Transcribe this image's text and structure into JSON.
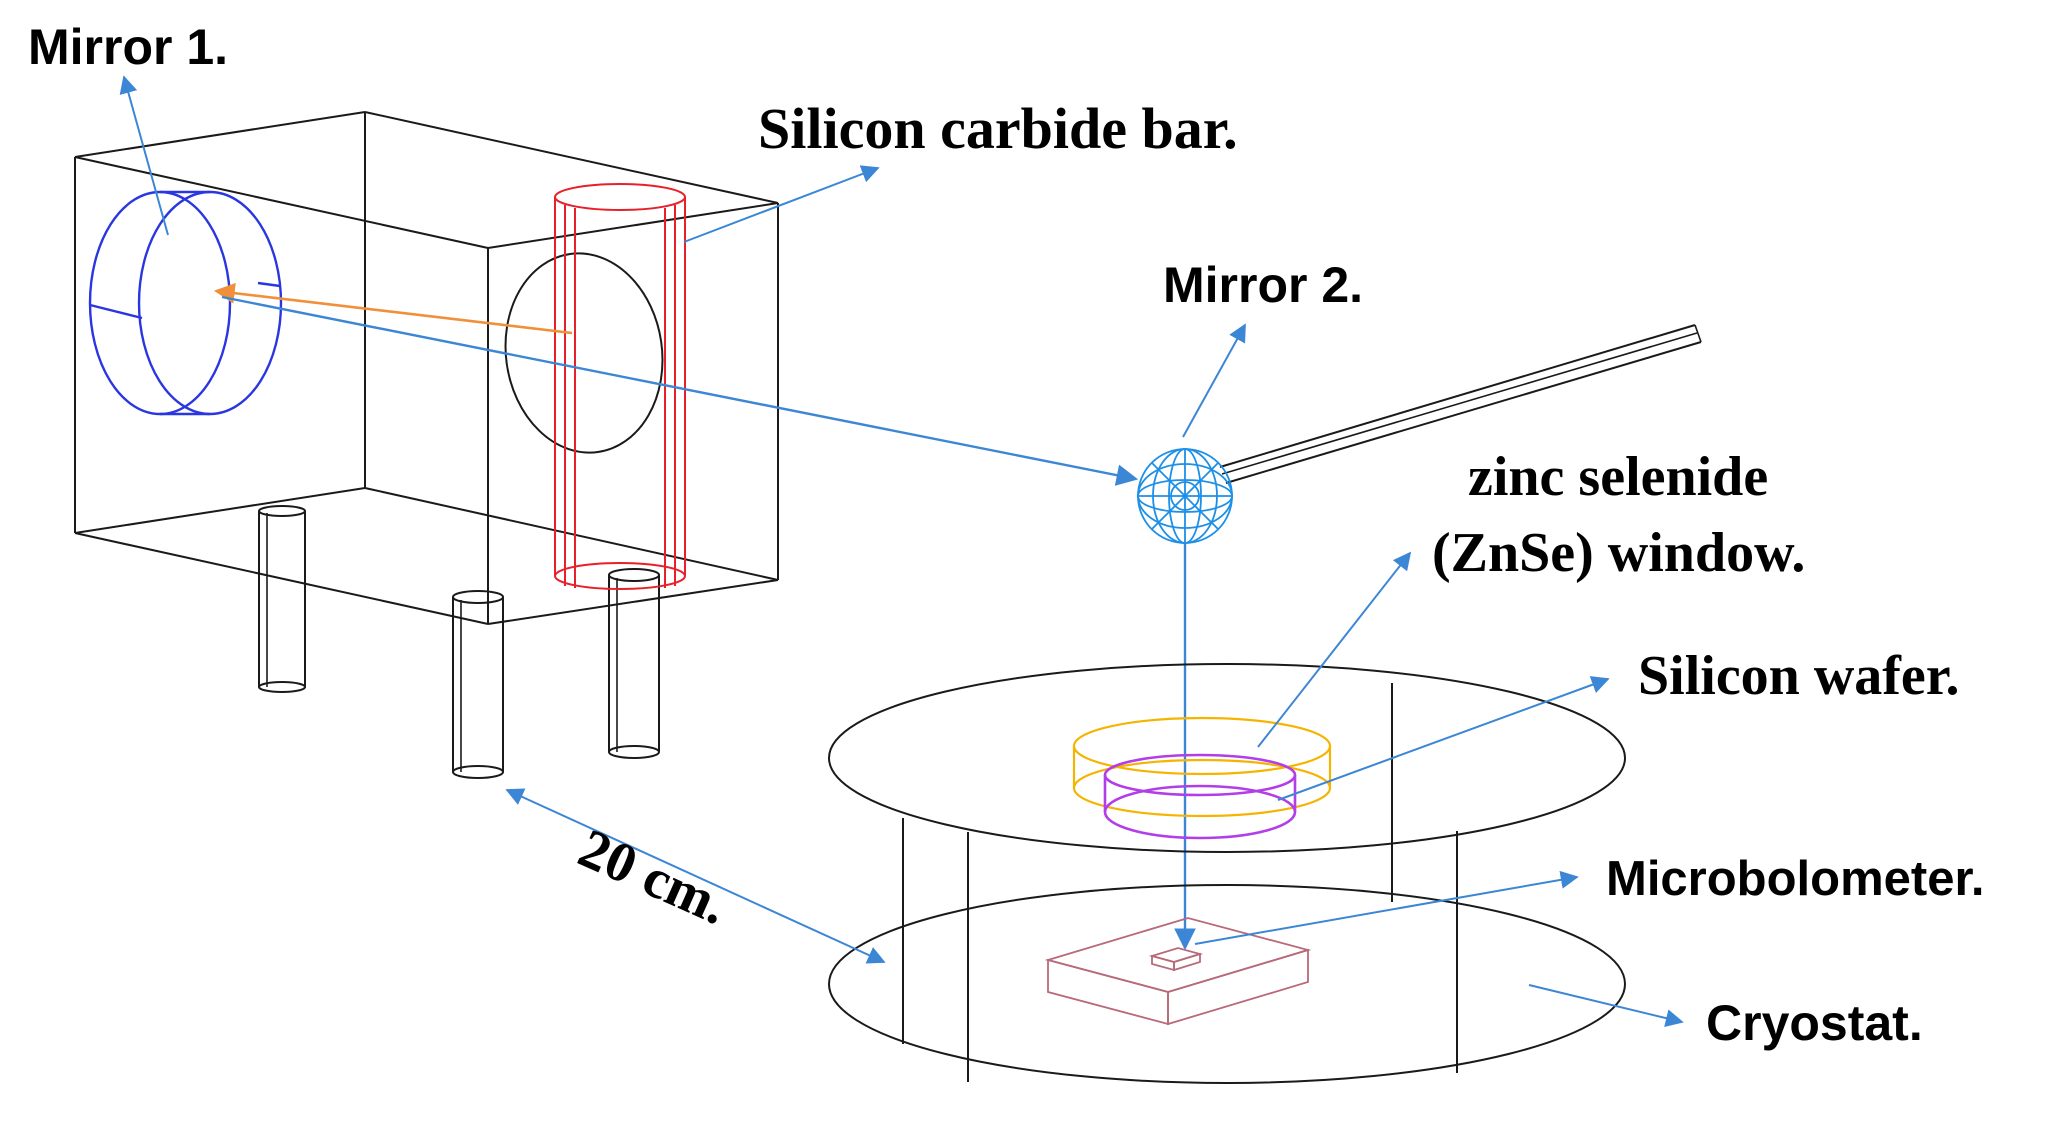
{
  "labels": {
    "mirror1": "Mirror 1.",
    "silicon_carbide_bar": "Silicon carbide bar.",
    "mirror2": "Mirror 2.",
    "znse_line1": "zinc selenide",
    "znse_line2": "(ZnSe) window.",
    "silicon_wafer": "Silicon wafer.",
    "distance": "20 cm.",
    "microbolometer": "Microbolometer.",
    "cryostat": "Cryostat."
  },
  "colors": {
    "outline": "#1a1a1a",
    "silicon_carbide_bar": "#e8202a",
    "mirror1": "#2a36e0",
    "mirror2": "#1e8fe6",
    "znse_window": "#f5b400",
    "silicon_wafer": "#b23ee8",
    "microbolometer": "#b86a78",
    "pointer_arrow": "#3c86d6",
    "source_beam": "#f0903a"
  }
}
